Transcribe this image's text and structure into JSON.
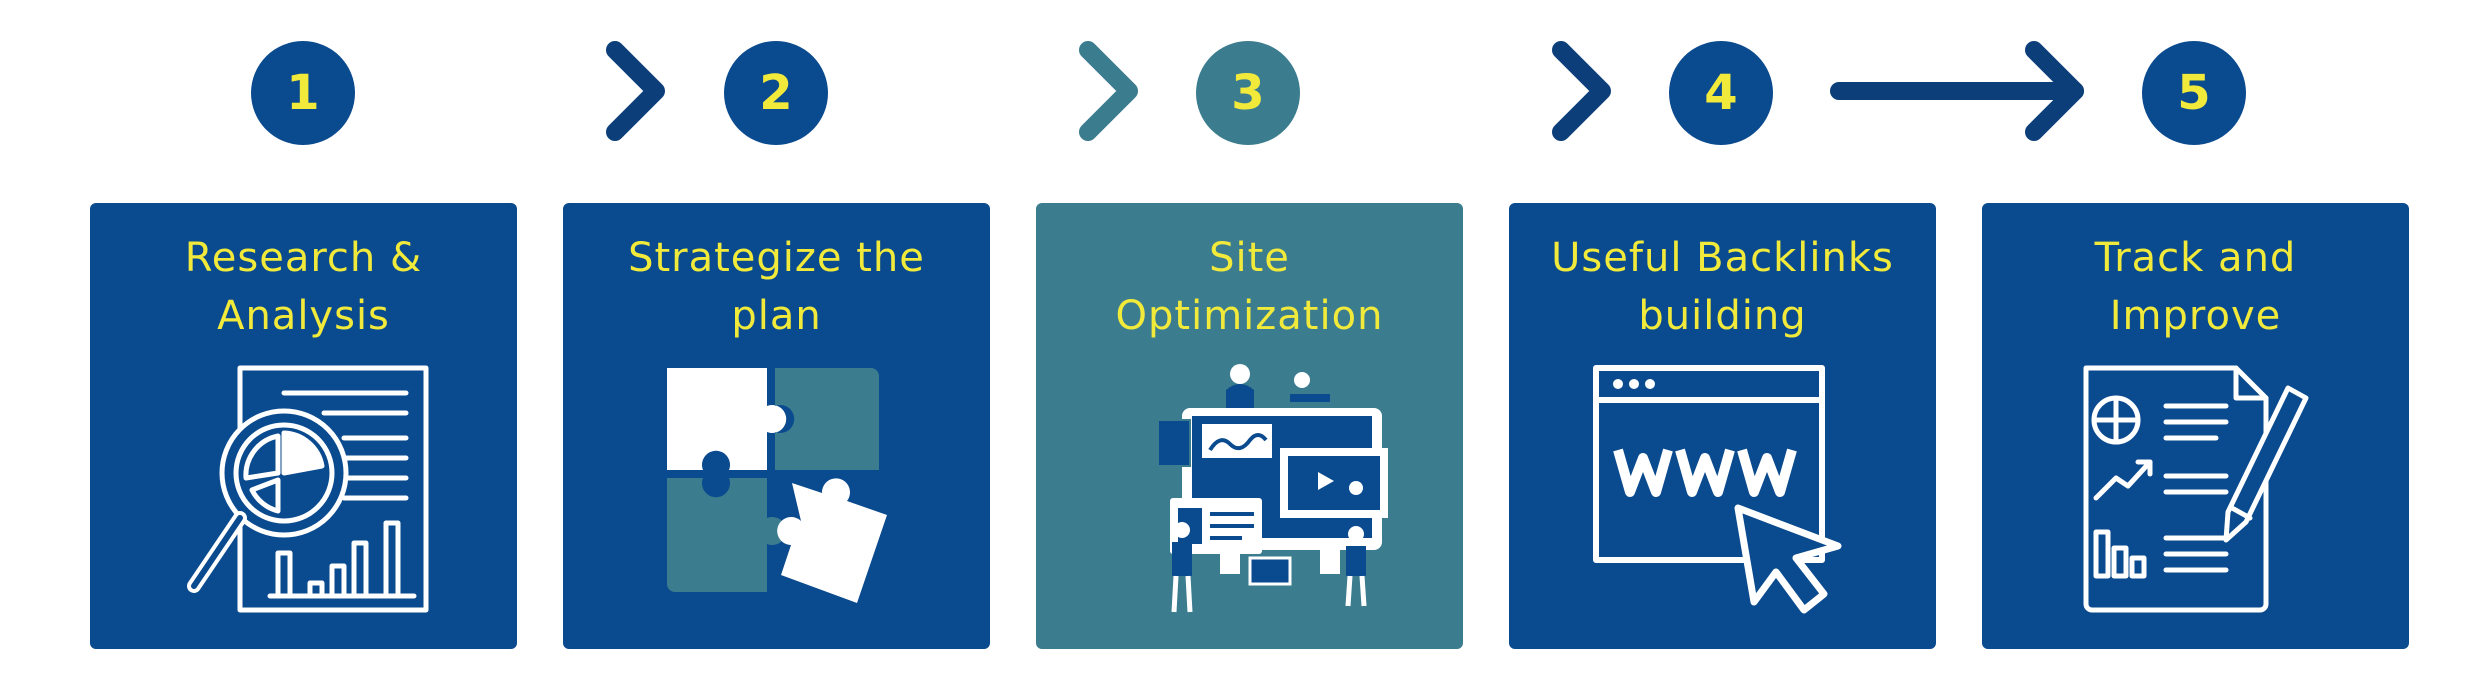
{
  "colors": {
    "primary": "#0a4a8e",
    "highlight": "#3b7c8f",
    "text_accent": "#f2ea3b",
    "arrow_dark": "#0c3f7a",
    "icon": "#ffffff"
  },
  "steps": [
    {
      "number": "1",
      "title_lines": [
        "Research &",
        "Analysis"
      ],
      "icon": "magnifier-report-icon"
    },
    {
      "number": "2",
      "title_lines": [
        "Strategize the",
        "plan"
      ],
      "icon": "puzzle-icon"
    },
    {
      "number": "3",
      "title_lines": [
        "Site",
        "Optimization"
      ],
      "icon": "website-team-icon",
      "highlighted": true
    },
    {
      "number": "4",
      "title_lines": [
        "Useful Backlinks",
        "building"
      ],
      "icon": "www-browser-cursor-icon"
    },
    {
      "number": "5",
      "title_lines": [
        "Track and",
        "Improve"
      ],
      "icon": "report-pencil-icon"
    }
  ]
}
